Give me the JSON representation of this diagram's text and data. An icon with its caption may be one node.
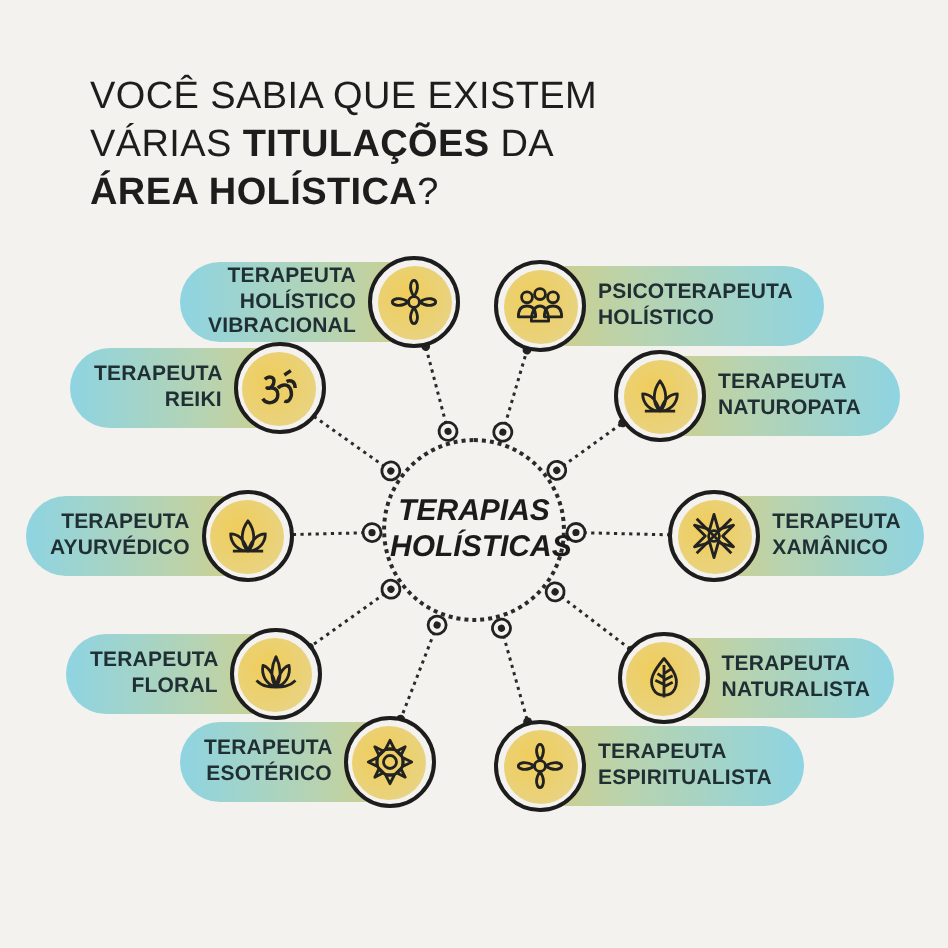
{
  "diagram": {
    "title": "VOCÊ SABIA QUE EXISTEM VÁRIAS **TITULAÇÕES** DA **ÁREA HOLÍSTICA**?",
    "nodes": [
      {
        "text": [
          "TERAPIAS HOLÍSTICAS"
        ]
      },
      {
        "text": [
          "TERAPEUTA HOLÍSTICO VIBRACIONAL"
        ]
      },
      {
        "text": [
          "TERAPEUTA REIKI"
        ]
      },
      {
        "text": [
          "TERAPEUTA AYURVÉDICO"
        ]
      },
      {
        "text": [
          "TERAPEUTA FLORAL"
        ]
      },
      {
        "text": [
          "TERAPEUTA ESOTÉRICO"
        ]
      },
      {
        "text": [
          "PSICOTERAPEUTA HOLÍSTICO"
        ]
      },
      {
        "text": [
          "TERAPEUTA NATUROPATA"
        ]
      },
      {
        "text": [
          "TERAPEUTA XAMÂNICO"
        ]
      },
      {
        "text": [
          "TERAPEUTA NATURALISTA"
        ]
      },
      {
        "text": [
          "TERAPEUTA ESPIRITUALISTA"
        ]
      }
    ],
    "edges": [
      {
        "from": 0,
        "to": 1,
        "arrow": "other",
        "style": "dashed"
      },
      {
        "from": 0,
        "to": 2,
        "arrow": "other",
        "style": "dashed"
      },
      {
        "from": 0,
        "to": 3,
        "arrow": "other",
        "style": "dashed"
      },
      {
        "from": 0,
        "to": 4,
        "arrow": "other",
        "style": "dashed"
      },
      {
        "from": 0,
        "to": 5,
        "arrow": "other",
        "style": "dashed"
      },
      {
        "from": 0,
        "to": 6,
        "arrow": "other",
        "style": "dashed"
      },
      {
        "from": 0,
        "to": 7,
        "arrow": "other",
        "style": "dashed"
      },
      {
        "from": 0,
        "to": 8,
        "arrow": "other",
        "style": "dashed"
      },
      {
        "from": 0,
        "to": 9,
        "arrow": "other",
        "style": "dashed"
      },
      {
        "from": 0,
        "to": 10,
        "arrow": "other",
        "style": "dashed"
      }
    ]
  }
}
